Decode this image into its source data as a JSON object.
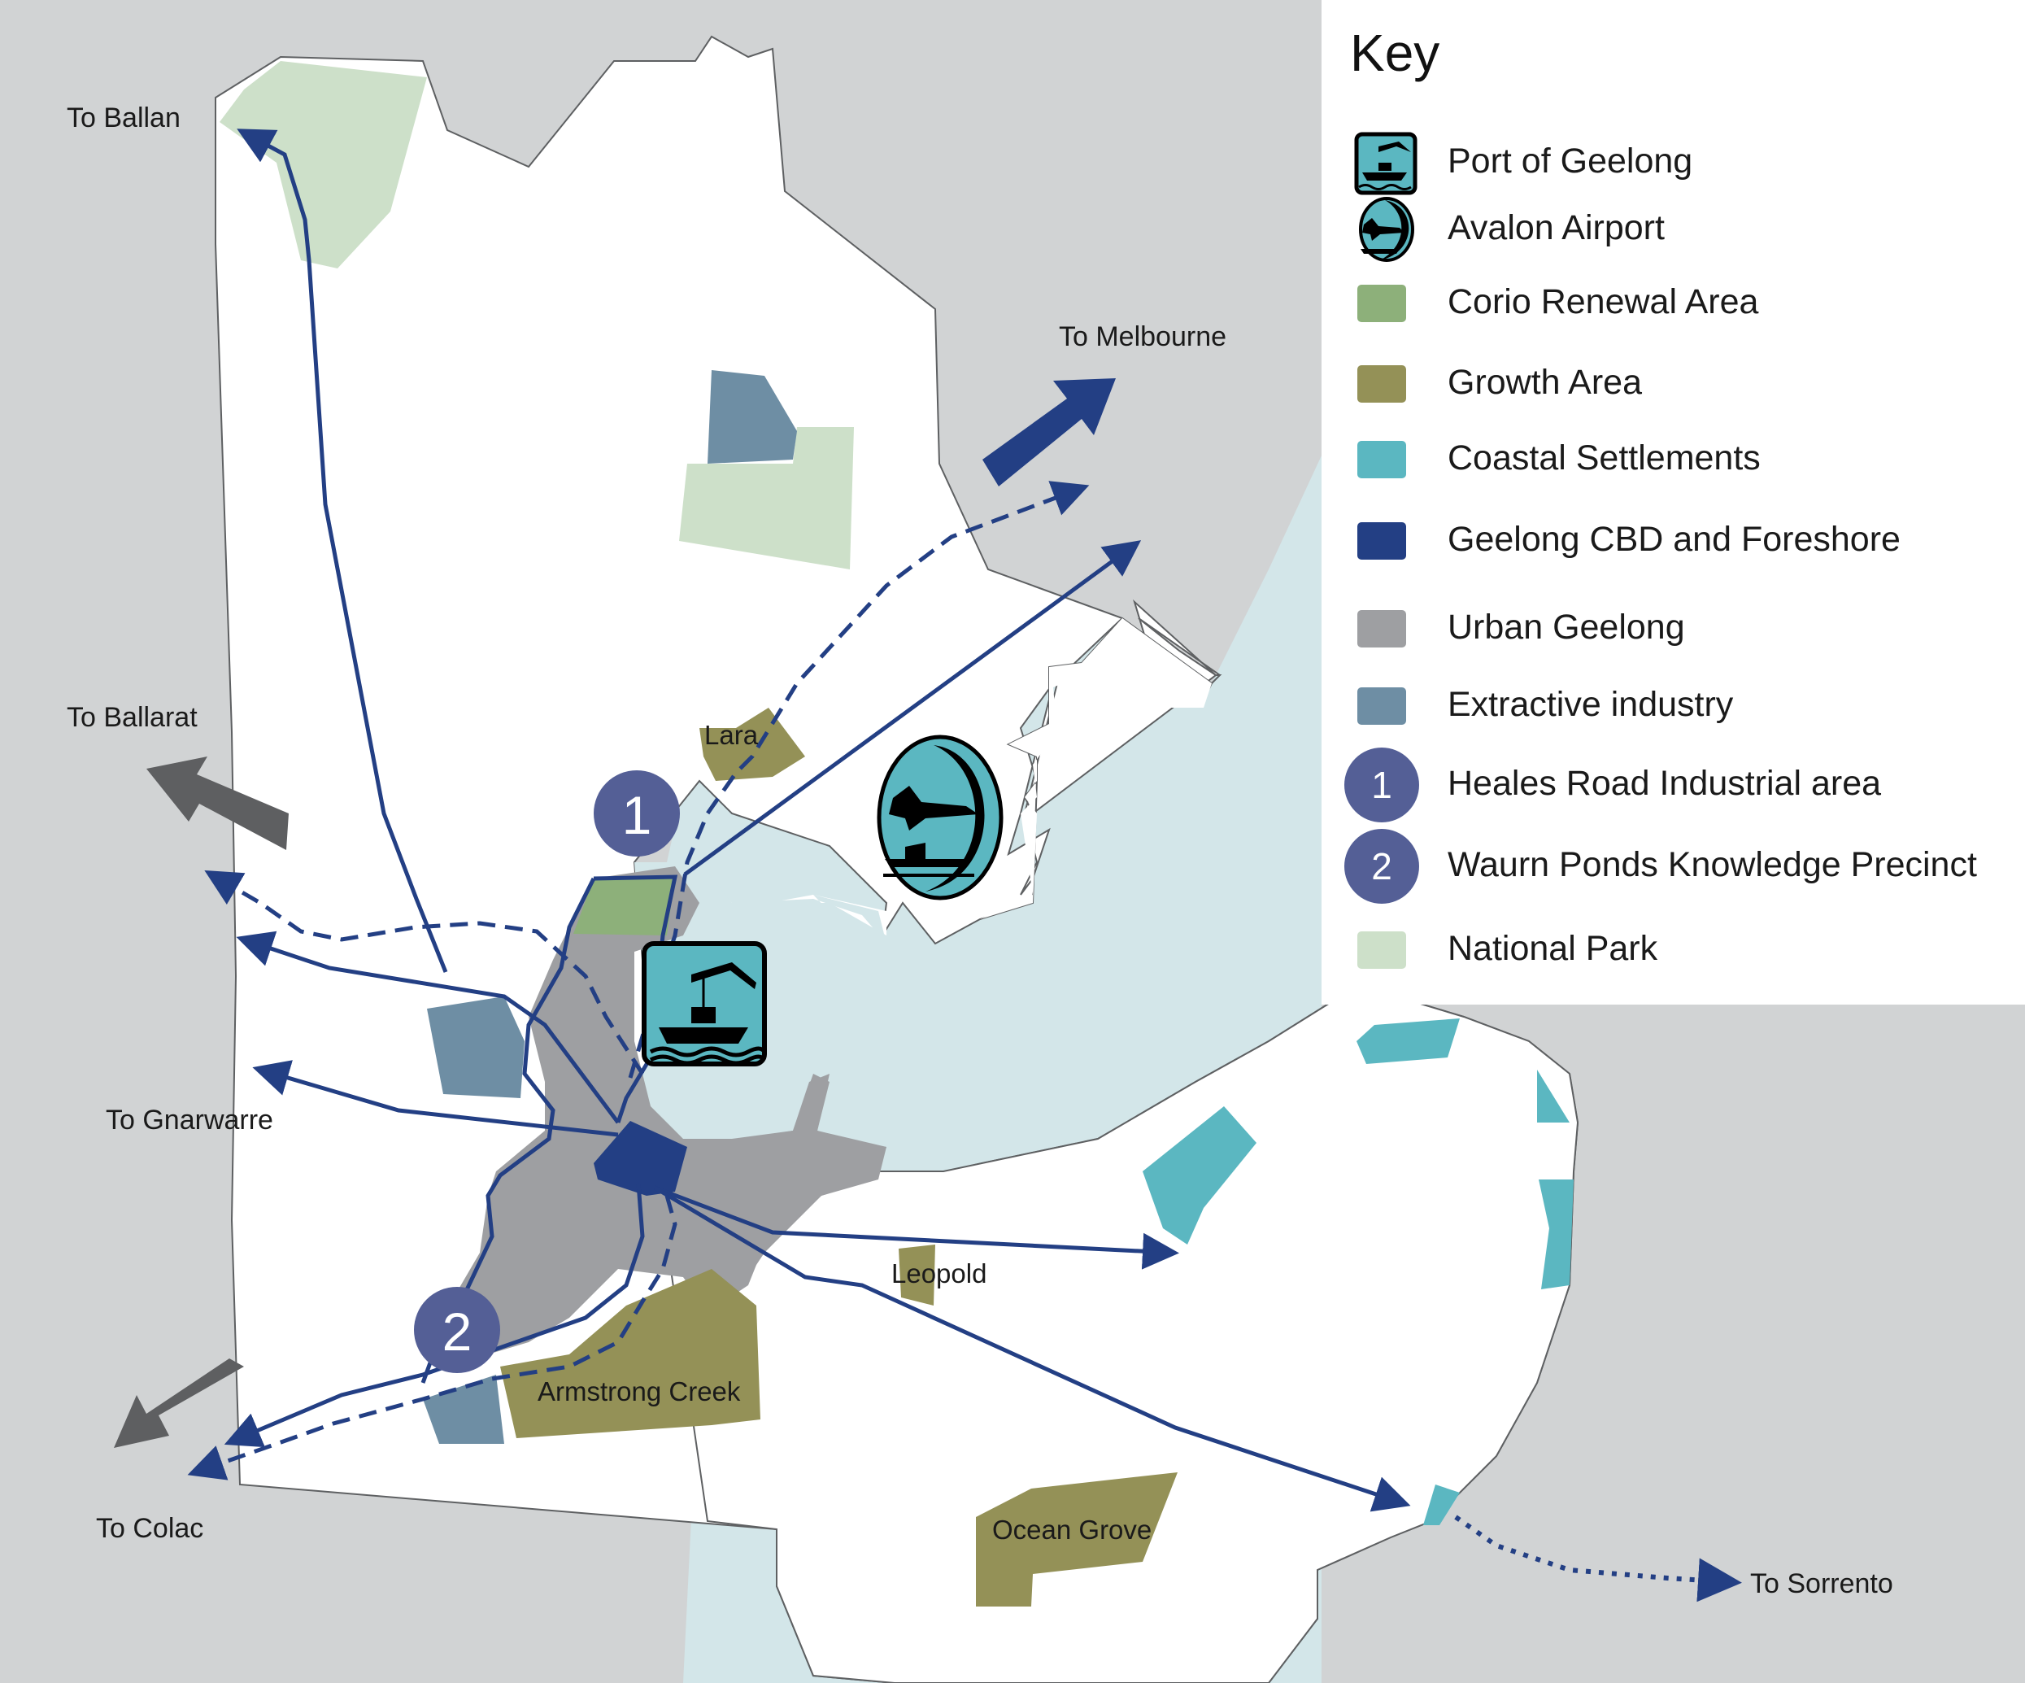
{
  "legend": {
    "title": "Key",
    "items": [
      {
        "label": "Port of Geelong",
        "kind": "icon",
        "icon": "port-icon"
      },
      {
        "label": "Avalon Airport",
        "kind": "icon",
        "icon": "airport-icon"
      },
      {
        "label": "Corio Renewal Area",
        "kind": "swatch",
        "color": "#8db07a"
      },
      {
        "label": "Growth Area",
        "kind": "swatch",
        "color": "#949157"
      },
      {
        "label": "Coastal Settlements",
        "kind": "swatch",
        "color": "#5bb7c1"
      },
      {
        "label": "Geelong CBD and Foreshore",
        "kind": "swatch",
        "color": "#233f84"
      },
      {
        "label": "Urban Geelong",
        "kind": "swatch",
        "color": "#9e9fa2"
      },
      {
        "label": "Extractive industry",
        "kind": "swatch",
        "color": "#6e8ea4"
      },
      {
        "label": "Heales Road Industrial area",
        "kind": "number",
        "number": "1"
      },
      {
        "label": "Waurn Ponds Knowledge Precinct",
        "kind": "number",
        "number": "2"
      },
      {
        "label": "National Park",
        "kind": "swatch",
        "color": "#cde0c9"
      }
    ]
  },
  "map": {
    "destinations": {
      "ballan": "To Ballan",
      "melbourne": "To Melbourne",
      "ballarat": "To Ballarat",
      "gnarwarre": "To Gnarwarre",
      "colac": "To Colac",
      "sorrento": "To Sorrento"
    },
    "places": {
      "lara": "Lara",
      "leopold": "Leopold",
      "armstrong_creek": "Armstrong Creek",
      "ocean_grove": "Ocean Grove"
    },
    "markers": {
      "heales_road": "1",
      "waurn_ponds": "2"
    }
  },
  "colors": {
    "land": "#ffffff",
    "outside_region": "#d1d3d4",
    "sea": "#d3e6e9",
    "route": "#233f84",
    "major_arrow_blue": "#233f84",
    "major_arrow_grey": "#5e5f61",
    "marker": "#545f96"
  }
}
